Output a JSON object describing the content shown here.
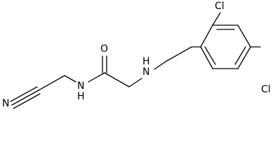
{
  "structure": {
    "atoms": {
      "nitrile_n": "N",
      "amide_nh": "N",
      "amide_h": "H",
      "carbonyl_o": "O",
      "amine_n": "N",
      "amine_h": "H",
      "cl_top": "Cl",
      "cl_para": "Cl"
    }
  }
}
